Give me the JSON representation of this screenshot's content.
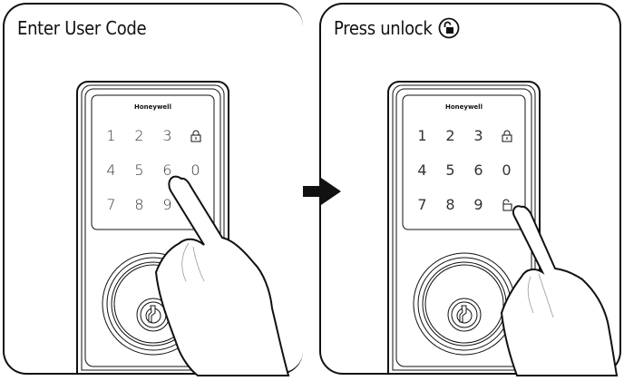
{
  "steps": [
    {
      "title": "Enter User Code",
      "brand": "Honeywell",
      "keypad": [
        "1",
        "2",
        "3",
        "lock",
        "4",
        "5",
        "6",
        "0",
        "7",
        "8",
        "9",
        "unlock"
      ],
      "pressed_key": "6"
    },
    {
      "title": "Press unlock",
      "title_icon": "unlock-icon",
      "brand": "Honeywell",
      "keypad": [
        "1",
        "2",
        "3",
        "lock",
        "4",
        "5",
        "6",
        "0",
        "7",
        "8",
        "9",
        "unlock"
      ],
      "pressed_key": "unlock"
    }
  ],
  "connector": {
    "icon": "arrow-right-icon"
  },
  "colors": {
    "line": "#111111",
    "background": "#ffffff",
    "hand_detail": "#999999"
  }
}
